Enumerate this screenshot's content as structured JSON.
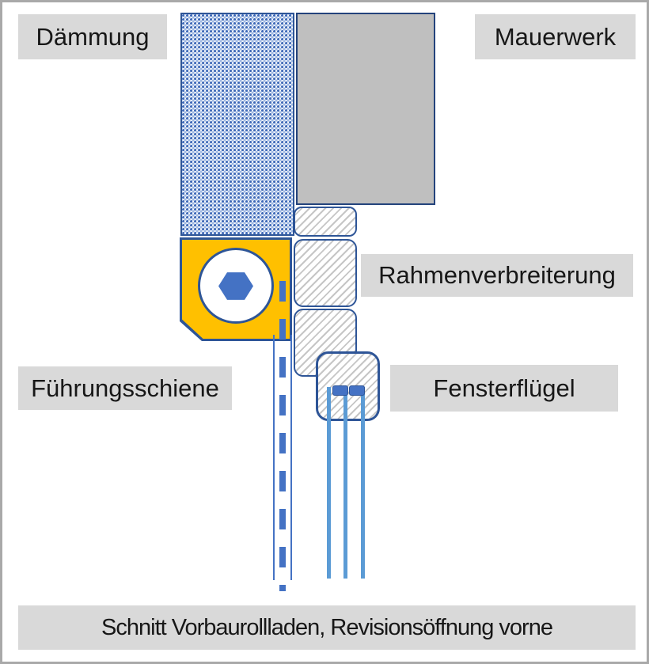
{
  "caption": "Schnitt Vorbaurollladen, Revisionsöffnung vorne",
  "labels": {
    "daemmung": "Dämmung",
    "mauerwerk": "Mauerwerk",
    "rahmenverbreiterung": "Rahmenverbreiterung",
    "fuehrungsschiene": "Führungsschiene",
    "fensterfluegel": "Fensterflügel"
  },
  "colors": {
    "label_background": "#d9d9d9",
    "text": "#171717",
    "masonry_fill": "#bfbfbf",
    "outline_blue": "#2e5597",
    "accent_blue": "#4472c4",
    "glass_blue": "#5b9bd5",
    "shutter_box_fill": "#ffc000",
    "hatch_gray": "#c6c6c6",
    "frame_border": "#a9a9a9"
  },
  "diagram": {
    "type": "technical-cross-section",
    "subject": "Vorbaurollladen (front-mounted roller shutter), front revision opening",
    "parts": [
      {
        "name": "insulation",
        "label": "Dämmung",
        "pattern": "blue-dot-grid"
      },
      {
        "name": "masonry",
        "label": "Mauerwerk",
        "pattern": "solid-gray"
      },
      {
        "name": "frame-extension",
        "label": "Rahmenverbreiterung",
        "pattern": "diagonal-hatch",
        "segments": 3
      },
      {
        "name": "guide-rail",
        "label": "Führungsschiene",
        "pattern": "thin-outline-lines"
      },
      {
        "name": "window-sash",
        "label": "Fensterflügel",
        "pattern": "diagonal-hatch",
        "glass_panes": 3,
        "glazing_beads": 2
      },
      {
        "name": "shutter-box",
        "pattern": "solid-orange",
        "contains": [
          "axle-circle",
          "hexagonal-shaft"
        ]
      },
      {
        "name": "shutter-curtain",
        "pattern": "blue-dashed-line"
      }
    ]
  }
}
